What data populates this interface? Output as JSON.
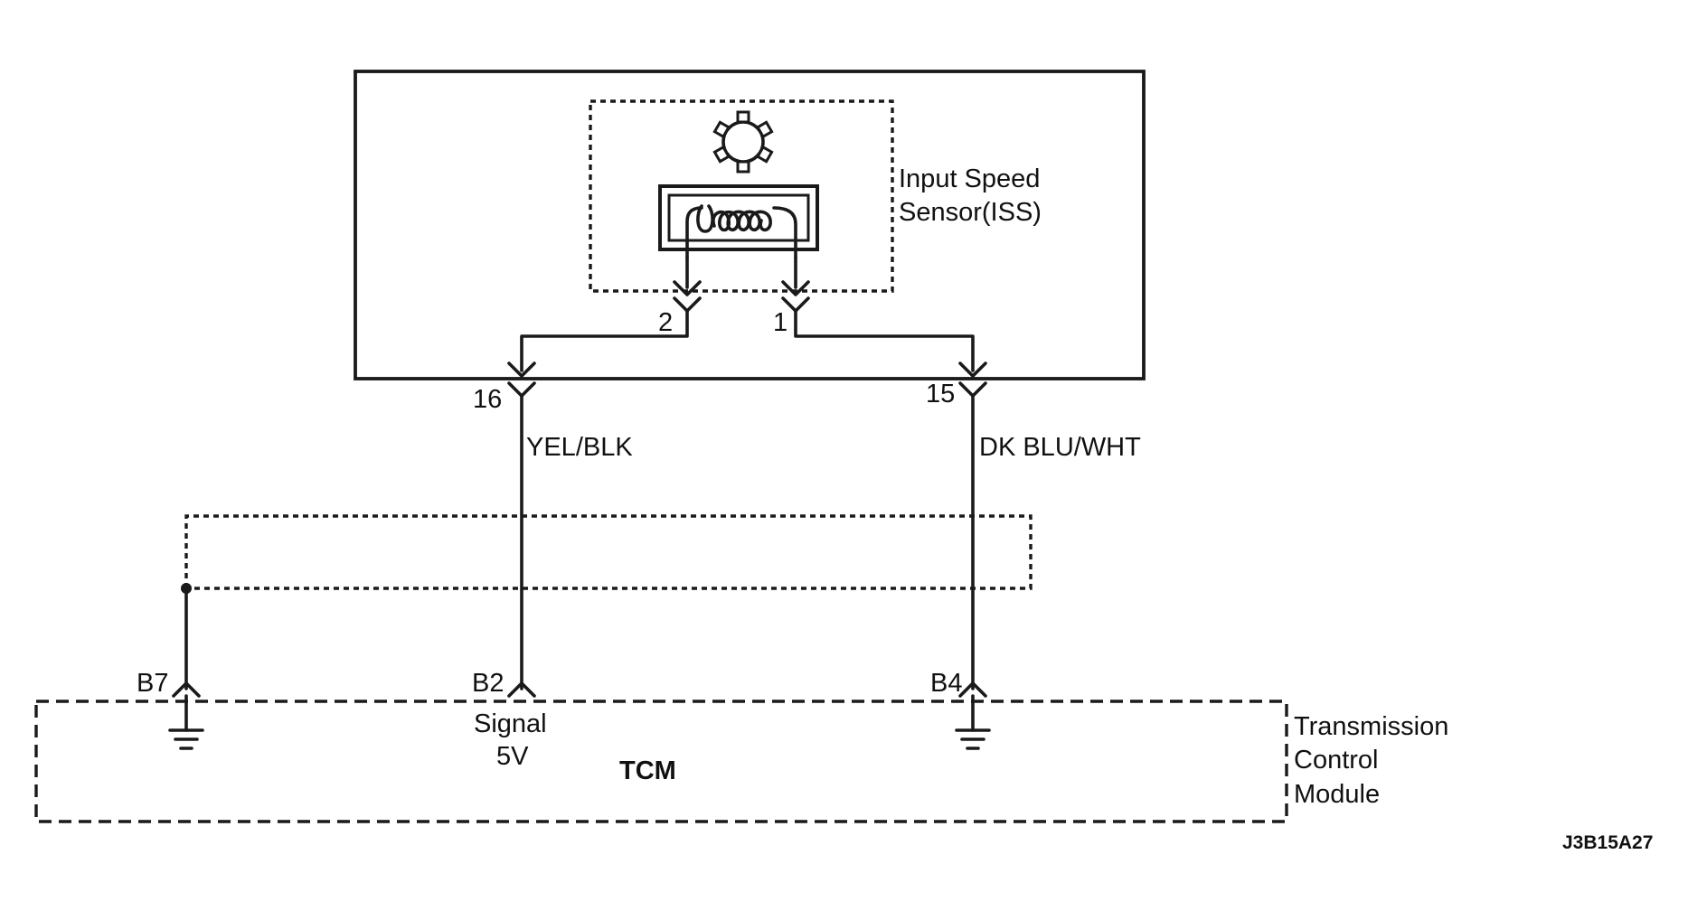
{
  "sensor": {
    "name_line1": "Input Speed",
    "name_line2": "Sensor(ISS)",
    "pin_left": "2",
    "pin_right": "1"
  },
  "harness": {
    "pin_left": "16",
    "pin_right": "15",
    "wire_left_color": "YEL/BLK",
    "wire_right_color": "DK BLU/WHT"
  },
  "tcm": {
    "pin_shield": "B7",
    "pin_signal": "B2",
    "pin_ground": "B4",
    "signal_line1": "Signal",
    "signal_line2": "5V",
    "abbr": "TCM",
    "name_line1": "Transmission",
    "name_line2": "Control",
    "name_line3": "Module"
  },
  "figure_code": "J3B15A27"
}
